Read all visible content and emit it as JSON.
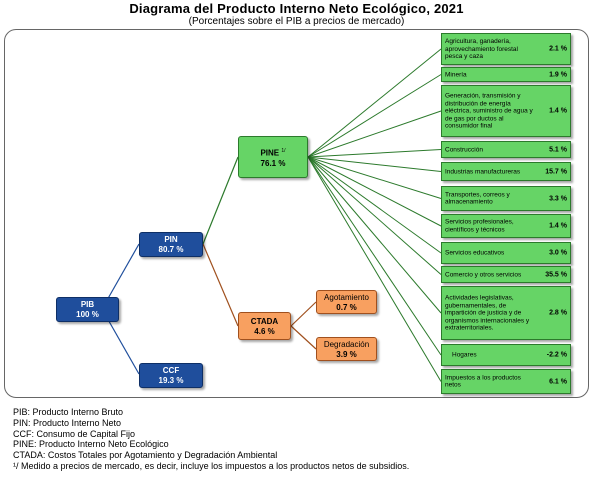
{
  "title": "Diagrama del Producto Interno Neto Ecológico, 2021",
  "subtitle": "(Porcentajes sobre el PIB a precios de mercado)",
  "nodes": {
    "pib": {
      "label": "PIB",
      "value": "100 %"
    },
    "pin": {
      "label": "PIN",
      "value": "80.7 %"
    },
    "ccf": {
      "label": "CCF",
      "value": "19.3 %"
    },
    "pine": {
      "label": "PINE",
      "sup": "1/",
      "value": "76.1 %"
    },
    "ctada": {
      "label": "CTADA",
      "value": "4.6 %"
    },
    "agotamiento": {
      "label": "Agotamiento",
      "value": "0.7 %"
    },
    "degradacion": {
      "label": "Degradación",
      "value": "3.9 %"
    }
  },
  "sectors": [
    {
      "label": "Agricultura, ganadería, aprovechamiento forestal pesca y caza",
      "value": "2.1 %"
    },
    {
      "label": "Minería",
      "value": "1.9 %"
    },
    {
      "label": "Generación, transmisión y distribución de energía eléctrica, suministro de agua y de gas por ductos al consumidor final",
      "value": "1.4 %"
    },
    {
      "label": "Construcción",
      "value": "5.1 %"
    },
    {
      "label": "Industrias manufactureras",
      "value": "15.7 %"
    },
    {
      "label": "Transportes, correos y almacenamiento",
      "value": "3.3 %"
    },
    {
      "label": "Servicios profesionales, científicos y técnicos",
      "value": "1.4 %"
    },
    {
      "label": "Servicios educativos",
      "value": "3.0 %"
    },
    {
      "label": "Comercio y otros servicios",
      "value": "35.5 %"
    },
    {
      "label": "Actividades legislativas, gubernamentales, de impartición de justicia y de organismos internacionales y extraterritoriales.",
      "value": "2.8 %"
    },
    {
      "label": "Hogares",
      "value": "-2.2 %"
    },
    {
      "label": "Impuestos a los productos netos",
      "value": "6.1 %"
    }
  ],
  "notes": [
    "PIB: Producto Interno Bruto",
    "PIN: Producto Interno Neto",
    "CCF: Consumo de Capital Fijo",
    "PINE: Producto Interno Neto Ecológico",
    "CTADA: Costos Totales por Agotamiento y Degradación Ambiental",
    "¹/ Medido a precios de mercado, es decir, incluye los impuestos a los productos netos de subsidios."
  ]
}
